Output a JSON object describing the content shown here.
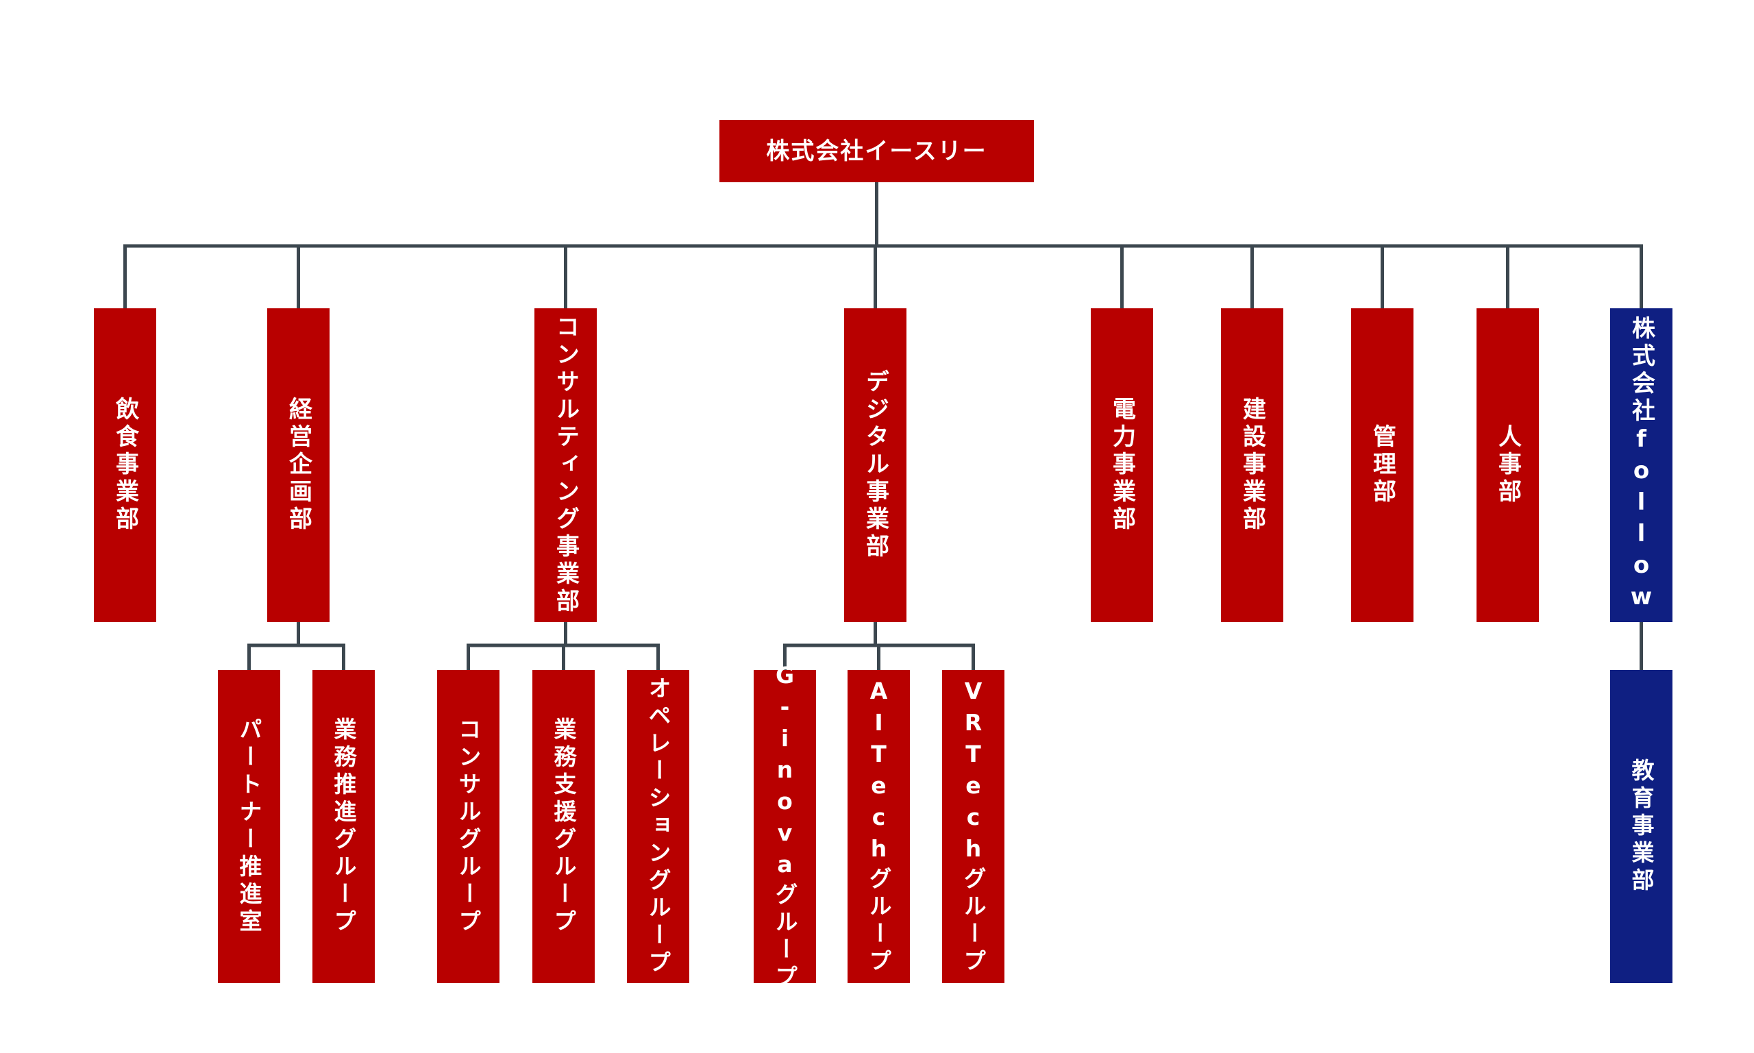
{
  "colors": {
    "primary": "#b80000",
    "subsidiary": "#0f1f82",
    "connector": "#3c474f"
  },
  "org": {
    "root": "株式会社イースリー",
    "departments": [
      {
        "label": "飲食事業部",
        "subsidiary": false,
        "groups": []
      },
      {
        "label": "経営企画部",
        "subsidiary": false,
        "groups": [
          "パートナー推進室",
          "業務推進グループ"
        ]
      },
      {
        "label": "コンサルティング事業部",
        "subsidiary": false,
        "groups": [
          "コンサルグループ",
          "業務支援グループ",
          "オペレーショングループ"
        ]
      },
      {
        "label": "デジタル事業部",
        "subsidiary": false,
        "groups": [
          "G-inovaグループ",
          "AITechグループ",
          "VRTechグループ"
        ]
      },
      {
        "label": "電力事業部",
        "subsidiary": false,
        "groups": []
      },
      {
        "label": "建設事業部",
        "subsidiary": false,
        "groups": []
      },
      {
        "label": "管理部",
        "subsidiary": false,
        "groups": []
      },
      {
        "label": "人事部",
        "subsidiary": false,
        "groups": []
      },
      {
        "label": "株式会社follow",
        "subsidiary": true,
        "groups": [
          "教育事業部"
        ]
      }
    ]
  }
}
